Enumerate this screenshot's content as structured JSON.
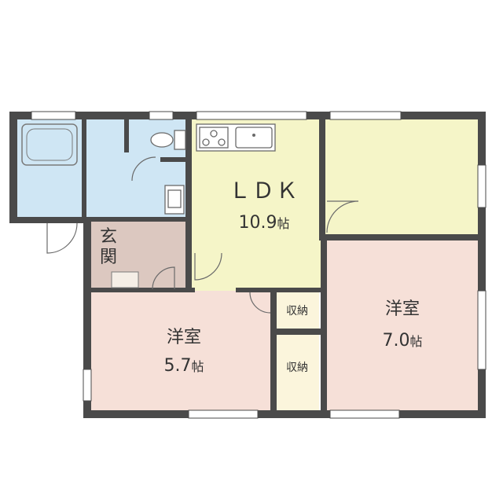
{
  "rooms": {
    "ldk": {
      "name": "ＬＤＫ",
      "size": "10.9",
      "unit": "帖"
    },
    "western_left": {
      "name": "洋室",
      "size": "5.7",
      "unit": "帖"
    },
    "western_right": {
      "name": "洋室",
      "size": "7.0",
      "unit": "帖"
    },
    "entrance": {
      "line1": "玄",
      "line2": "関"
    },
    "storage_upper": {
      "name": "収納"
    },
    "storage_lower": {
      "name": "収納"
    }
  },
  "colors": {
    "wall": "#4a4a4a",
    "ldk_floor": "#f5f5c8",
    "room_floor": "#f6e0d8",
    "wet_area": "#cfe6f4",
    "entrance_floor": "#dcc8c0",
    "storage_floor": "#fbf5dc"
  }
}
